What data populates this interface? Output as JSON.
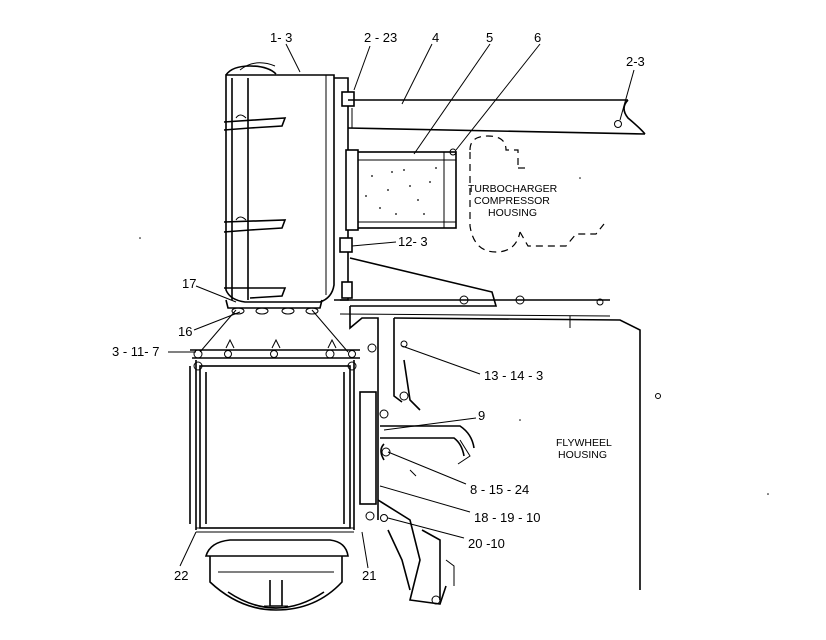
{
  "callouts": [
    {
      "id": "c1",
      "text": "1- 3"
    },
    {
      "id": "c2",
      "text": "2 - 23"
    },
    {
      "id": "c3",
      "text": "4"
    },
    {
      "id": "c4",
      "text": "5"
    },
    {
      "id": "c5",
      "text": "6"
    },
    {
      "id": "c6",
      "text": "2-3"
    },
    {
      "id": "c7",
      "text": "12- 3"
    },
    {
      "id": "c8",
      "text": "17"
    },
    {
      "id": "c9",
      "text": "16"
    },
    {
      "id": "c10",
      "text": "3 - 11- 7"
    },
    {
      "id": "c11",
      "text": "13 - 14 - 3"
    },
    {
      "id": "c12",
      "text": "9"
    },
    {
      "id": "c13",
      "text": "8 - 15 - 24"
    },
    {
      "id": "c14",
      "text": "18 - 19 - 10"
    },
    {
      "id": "c15",
      "text": "20 -10"
    },
    {
      "id": "c16",
      "text": "22"
    },
    {
      "id": "c17",
      "text": "21"
    }
  ],
  "annotations": {
    "turbo_line1": "TURBOCHARGER",
    "turbo_line2": "COMPRESSOR",
    "turbo_line3": "HOUSING",
    "flywheel_line1": "FLYWHEEL",
    "flywheel_line2": "HOUSING"
  }
}
